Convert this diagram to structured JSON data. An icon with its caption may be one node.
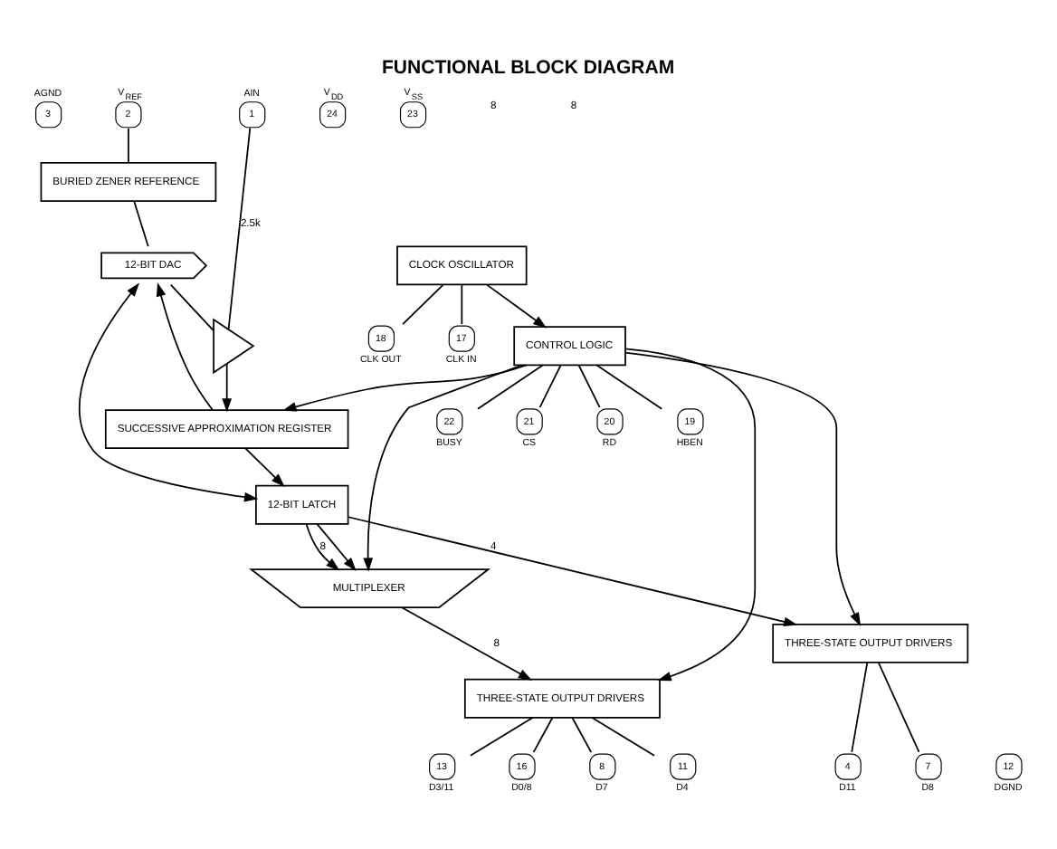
{
  "diagram": {
    "title": "FUNCTIONAL BLOCK DIAGRAM",
    "nodes": [
      {
        "text": [
          "3"
        ],
        "beside": [
          "AGND"
        ]
      },
      {
        "text": [
          "2"
        ],
        "beside": [
          "V$_{REF}$"
        ]
      },
      {
        "text": [
          "1"
        ],
        "beside": [
          "AIN"
        ]
      },
      {
        "text": [
          "24"
        ],
        "beside": [
          "V$_{DD}$"
        ]
      },
      {
        "text": [
          "23"
        ],
        "beside": [
          "V$_{SS}$"
        ]
      },
      {
        "text": [
          "BURIED ZENER REFERENCE"
        ]
      },
      {
        "text": [
          "12-BIT DAC"
        ]
      },
      {
        "text": [],
        "shape": "triangle"
      },
      {
        "text": [
          "SUCCESSIVE APPROXIMATION REGISTER"
        ]
      },
      {
        "text": [
          "12-BIT LATCH"
        ]
      },
      {
        "text": [
          "MULTIPLEXER"
        ]
      },
      {
        "text": [
          "CONTROL LOGIC"
        ]
      },
      {
        "text": [
          "CLOCK OSCILLATOR"
        ]
      },
      {
        "text": [
          "THREE-STATE OUTPUT DRIVERS"
        ]
      },
      {
        "text": [
          "THREE-STATE OUTPUT DRIVERS"
        ]
      },
      {
        "text": [
          "22"
        ],
        "beside": [
          "BUSY"
        ]
      },
      {
        "text": [
          "21"
        ],
        "beside": [
          "CS"
        ]
      },
      {
        "text": [
          "20"
        ],
        "beside": [
          "RD"
        ]
      },
      {
        "text": [
          "19"
        ],
        "beside": [
          "HBEN"
        ]
      },
      {
        "text": [
          "18"
        ],
        "beside": [
          "CLK OUT"
        ]
      },
      {
        "text": [
          "17"
        ],
        "beside": [
          "CLK IN"
        ]
      },
      {
        "text": [
          "4"
        ],
        "beside": [
          "D11"
        ]
      },
      {
        "text": [
          "7"
        ],
        "beside": [
          "D8"
        ]
      },
      {
        "text": [
          "8"
        ],
        "beside": [
          "D7"
        ]
      },
      {
        "text": [
          "11"
        ],
        "beside": [
          "D4"
        ]
      },
      {
        "text": [
          "12"
        ],
        "beside": [
          "DGND"
        ]
      },
      {
        "text": [
          "13"
        ],
        "beside": [
          "D3/11"
        ]
      },
      {
        "text": [
          "16"
        ],
        "beside": [
          "D0/8"
        ]
      }
    ],
    "edges": [
      {
        "from": 1,
        "to": 5,
        "arrow": "none"
      },
      {
        "from": 5,
        "to": 6,
        "arrow": "none"
      },
      {
        "from": 2,
        "to": 7,
        "arrow": "none",
        "label": "2.5k"
      },
      {
        "from": 6,
        "to": 7,
        "arrow": "none"
      },
      {
        "from": 7,
        "to": 8,
        "arrow": "to"
      },
      {
        "from": 8,
        "to": 6,
        "arrow": "to"
      },
      {
        "from": 8,
        "to": 9,
        "arrow": "to"
      },
      {
        "from": 9,
        "to": 6,
        "arrow": "both"
      },
      {
        "from": 9,
        "to": 13,
        "arrow": "to",
        "label": "4"
      },
      {
        "from": 9,
        "to": 10,
        "arrow": "to"
      },
      {
        "from": 9,
        "to": 10,
        "arrow": "to",
        "label": "8"
      },
      {
        "from": 10,
        "to": 14,
        "arrow": "to",
        "label": "8"
      },
      {
        "from": 11,
        "to": 8,
        "arrow": "to"
      },
      {
        "from": 11,
        "to": 10,
        "arrow": "to"
      },
      {
        "from": 11,
        "to": 14,
        "arrow": "to"
      },
      {
        "from": 11,
        "to": 13,
        "arrow": "to"
      },
      {
        "from": 12,
        "to": 11,
        "arrow": "to"
      },
      {
        "from": 11,
        "to": 15,
        "arrow": "none"
      },
      {
        "from": 11,
        "to": 16,
        "arrow": "none"
      },
      {
        "from": 11,
        "to": 17,
        "arrow": "none"
      },
      {
        "from": 11,
        "to": 18,
        "arrow": "none"
      },
      {
        "from": 12,
        "to": 19,
        "arrow": "none"
      },
      {
        "from": 12,
        "to": 20,
        "arrow": "none"
      },
      {
        "from": 13,
        "to": 21,
        "arrow": "none"
      },
      {
        "from": 13,
        "to": 22,
        "arrow": "none"
      },
      {
        "from": 14,
        "to": 23,
        "arrow": "none"
      },
      {
        "from": 14,
        "to": 24,
        "arrow": "none"
      },
      {
        "from": 14,
        "to": 26,
        "arrow": "none"
      },
      {
        "from": 14,
        "to": 27,
        "arrow": "none"
      }
    ],
    "labels": [
      "8",
      "8"
    ]
  }
}
